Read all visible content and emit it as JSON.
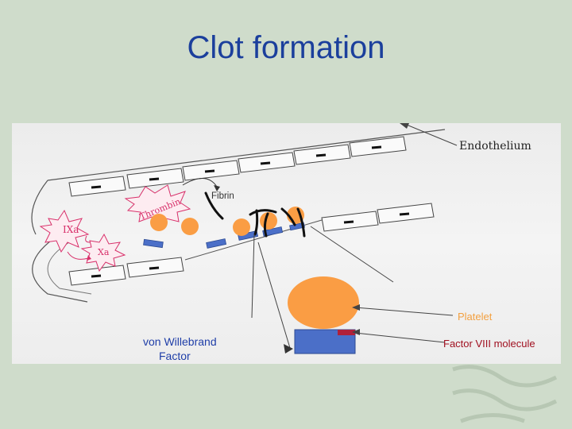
{
  "slide": {
    "title": "Clot formation"
  },
  "diagram": {
    "endothelium_label": "Endothelium",
    "fibrin_label": "Fibrin",
    "thrombin_label": "Thrombin",
    "ixa_label": "IXa",
    "xa_label": "Xa",
    "platelet_label": "Platelet",
    "factor8_label": "Factor VIII molecule",
    "vwf_label_line1": "von Willebrand",
    "vwf_label_line2": "Factor"
  },
  "colors": {
    "title": "#1b3f9c",
    "platelet": "#fa9d44",
    "vwf": "#4b6fc8",
    "factor8": "#b0203a",
    "enzyme_labels": "#d8306a"
  }
}
